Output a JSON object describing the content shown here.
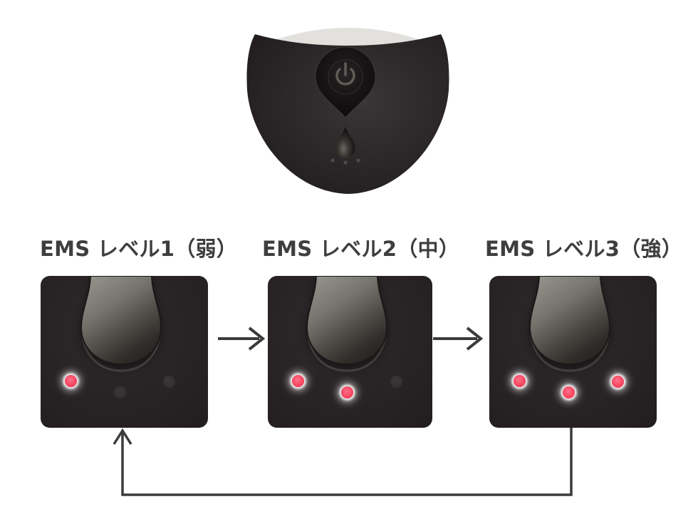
{
  "diagram": {
    "description": "EMS level switching sequence for device power button",
    "device": {
      "name": "EMS device front view",
      "power_button_icon": "power-symbol"
    },
    "flow": {
      "sequence": [
        "level-1",
        "level-2",
        "level-3"
      ],
      "loop_back": "level-3 returns to level-1"
    }
  },
  "levels": [
    {
      "id": "level-1",
      "label": "EMS レベル1（弱）",
      "leds": [
        "on",
        "off",
        "off"
      ]
    },
    {
      "id": "level-2",
      "label": "EMS レベル2（中）",
      "leds": [
        "on",
        "on",
        "off"
      ]
    },
    {
      "id": "level-3",
      "label": "EMS レベル3（強）",
      "leds": [
        "on",
        "on",
        "on"
      ]
    }
  ],
  "colors": {
    "background": "#ffffff",
    "led_on": "#fa4763",
    "led_glow": "#ffffff",
    "led_off": "#343031",
    "panel_background": "#282425",
    "arrow": "#3b3b3b",
    "label_text": "#3e3e3e",
    "device_body": "#2b2728",
    "device_top_band": "#e2e1de"
  }
}
